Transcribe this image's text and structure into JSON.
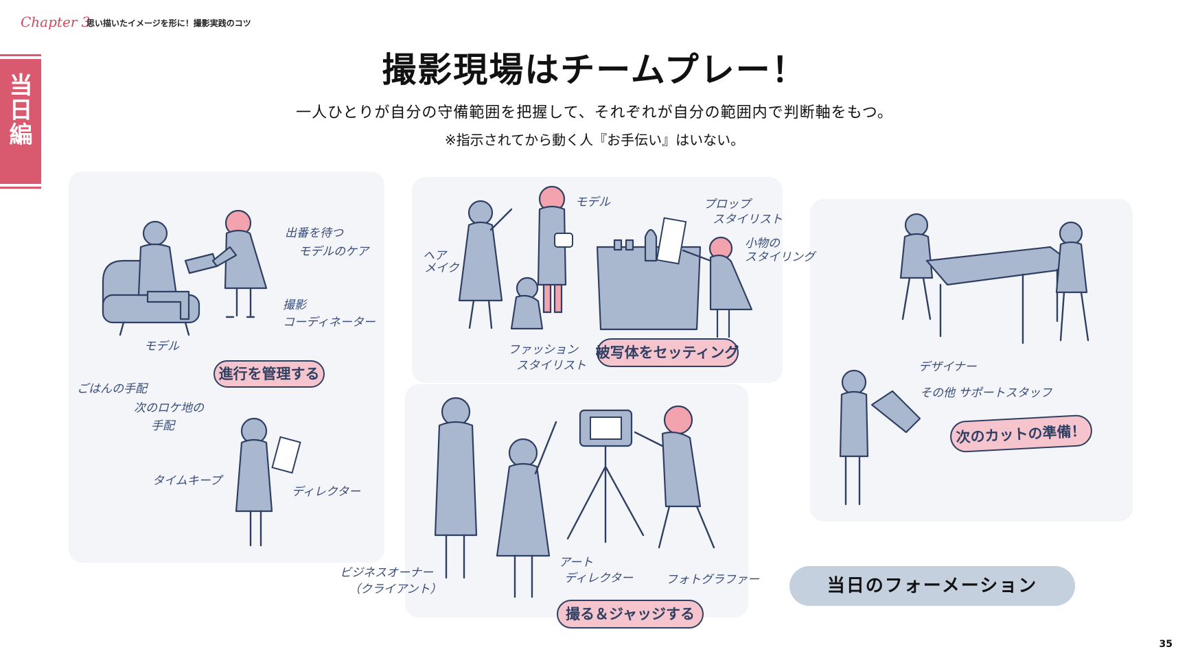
{
  "header": {
    "chapter": "Chapter 3",
    "chapter_title": "思い描いたイメージを形に！撮影実践のコツ"
  },
  "side_tab": {
    "label": "当日編"
  },
  "title": "撮影現場はチームプレー！",
  "lead": "一人ひとりが自分の守備範囲を把握して、それぞれが自分の範囲内で判断軸をもつ。",
  "lead_note": "※指示されてから動く人『お手伝い』はいない。",
  "groups": {
    "progress": {
      "label": "進行を管理する",
      "notes": {
        "wait_care": "出番を待つ\nモデルのケア",
        "coordinator": "撮影\nコーディネーター",
        "model": "モデル",
        "meal": "ごはんの手配",
        "next_location": "次のロケ地の\n手配",
        "timekeep": "タイムキープ",
        "director": "ディレクター"
      }
    },
    "subject": {
      "label": "被写体をセッティング",
      "notes": {
        "model": "モデル",
        "hair": "ヘア\nメイク",
        "prop": "プロップ\nスタイリスト",
        "small_props": "小物の\nスタイリング",
        "fashion": "ファッション\nスタイリスト"
      }
    },
    "shoot": {
      "label": "撮る＆ジャッジする",
      "notes": {
        "business_owner": "ビジネスオーナー\n（クライアント）",
        "art_director": "アート\nディレクター",
        "photographer": "フォトグラファー"
      }
    },
    "prepare": {
      "label": "次のカットの準備！",
      "notes": {
        "designer": "デザイナー",
        "support": "その他 サポートスタッフ"
      }
    }
  },
  "formation_label": "当日のフォーメーション",
  "page_number": "35",
  "colors": {
    "accent": "#d95a6e",
    "figure": "#a9b8cf",
    "skin": "#f3a3ad",
    "ink": "#3a4d7a",
    "pill": "#f6c4cc"
  }
}
